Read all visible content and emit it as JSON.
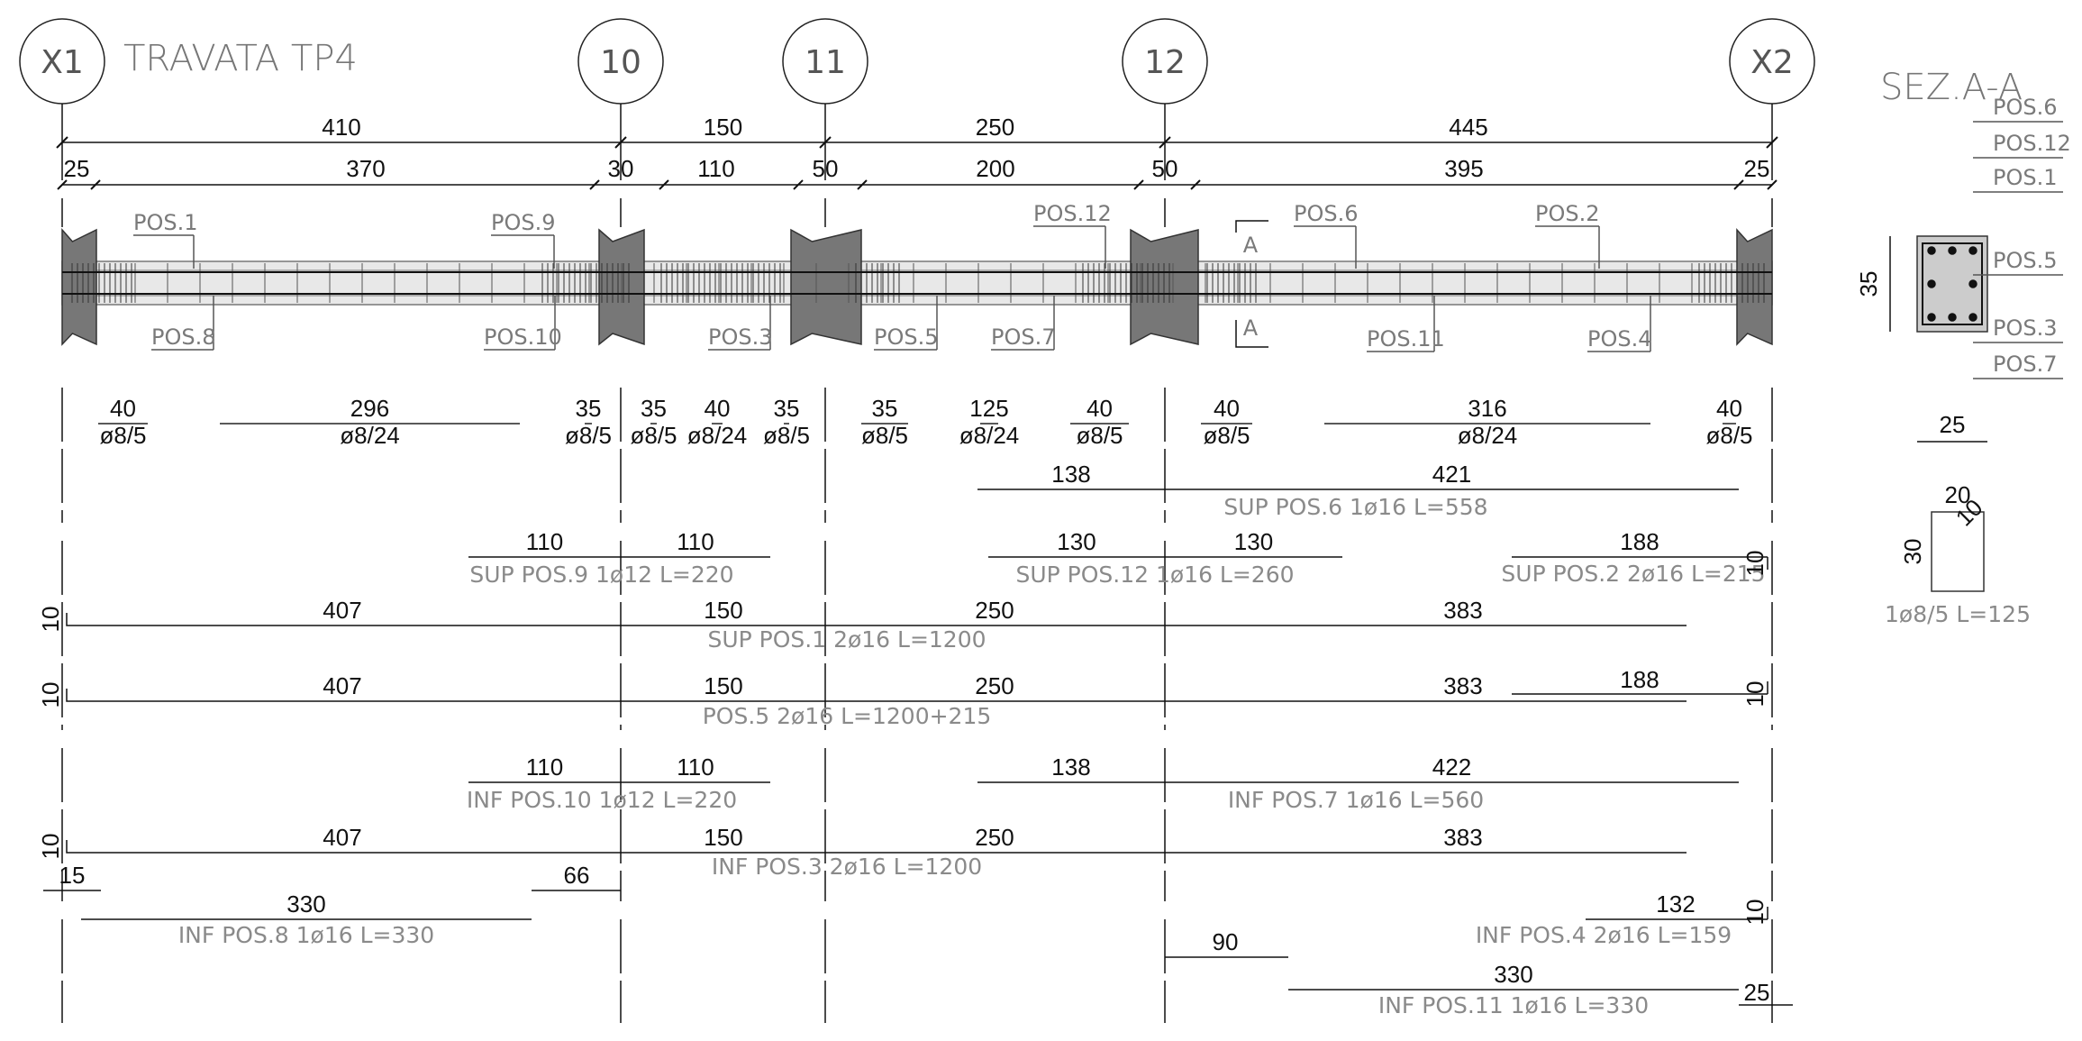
{
  "title": "TRAVATA TP4",
  "section_title": "SEZ.A-A",
  "axes": [
    "X1",
    "10",
    "11",
    "12",
    "X2"
  ],
  "dims_top": [
    "410",
    "150",
    "250",
    "445"
  ],
  "dims_second": [
    "25",
    "370",
    "30",
    "110",
    "50",
    "200",
    "50",
    "395",
    "25"
  ],
  "beam_labels": {
    "pos1": "POS.1",
    "pos9": "POS.9",
    "pos12": "POS.12",
    "pos6": "POS.6",
    "pos2": "POS.2",
    "pos8": "POS.8",
    "pos10": "POS.10",
    "pos3": "POS.3",
    "pos5": "POS.5",
    "pos7": "POS.7",
    "pos11": "POS.11",
    "pos4": "POS.4",
    "sec_a": "A"
  },
  "stirrup_zones": [
    {
      "len": "40",
      "spec": "ø8/5"
    },
    {
      "len": "296",
      "spec": "ø8/24"
    },
    {
      "len": "35",
      "spec": "ø8/5"
    },
    {
      "len": "35",
      "spec": "ø8/5"
    },
    {
      "len": "40",
      "spec": "ø8/24"
    },
    {
      "len": "35",
      "spec": "ø8/5"
    },
    {
      "len": "35",
      "spec": "ø8/5"
    },
    {
      "len": "125",
      "spec": "ø8/24"
    },
    {
      "len": "40",
      "spec": "ø8/5"
    },
    {
      "len": "40",
      "spec": "ø8/5"
    },
    {
      "len": "316",
      "spec": "ø8/24"
    },
    {
      "len": "40",
      "spec": "ø8/5"
    }
  ],
  "bars": {
    "pos6": {
      "a": "138",
      "b": "421",
      "label": "SUP POS.6 1ø16 L=558"
    },
    "pos9": {
      "a": "110",
      "b": "110",
      "label": "SUP POS.9 1ø12 L=220"
    },
    "pos12": {
      "a": "130",
      "b": "130",
      "label": "SUP POS.12 1ø16 L=260"
    },
    "pos2": {
      "a": "188",
      "hook": "10",
      "label": "SUP POS.2 2ø16 L=215"
    },
    "pos1": {
      "hook": "10",
      "s1": "407",
      "s2": "150",
      "s3": "250",
      "s4": "383",
      "label": "SUP POS.1 2ø16 L=1200"
    },
    "pos5": {
      "hook": "10",
      "s1": "407",
      "s2": "150",
      "s3": "250",
      "s4": "383",
      "extra": "188",
      "hook2": "10",
      "label": "POS.5 2ø16 L=1200+215"
    },
    "pos10": {
      "a": "110",
      "b": "110",
      "label": "INF POS.10 1ø12 L=220"
    },
    "pos7": {
      "a": "138",
      "b": "422",
      "label": "INF POS.7 1ø16 L=560"
    },
    "pos3": {
      "hook": "10",
      "s1": "407",
      "s2": "150",
      "s3": "250",
      "s4": "383",
      "label": "INF POS.3 2ø16 L=1200"
    },
    "pos8": {
      "off1": "15",
      "off2": "66",
      "a": "330",
      "label": "INF POS.8 1ø16 L=330"
    },
    "pos4": {
      "a": "132",
      "hook": "10",
      "label": "INF POS.4 2ø16 L=159"
    },
    "pos11": {
      "off1": "90",
      "a": "330",
      "off2": "25",
      "label": "INF POS.11 1ø16 L=330"
    }
  },
  "section": {
    "labels": [
      "POS.6",
      "POS.12",
      "POS.1",
      "POS.5",
      "POS.3",
      "POS.7"
    ],
    "height": "35",
    "width": "25"
  },
  "stirrup_detail": {
    "w": "20",
    "h": "30",
    "hook": "10",
    "label": "1ø8/5 L=125"
  }
}
